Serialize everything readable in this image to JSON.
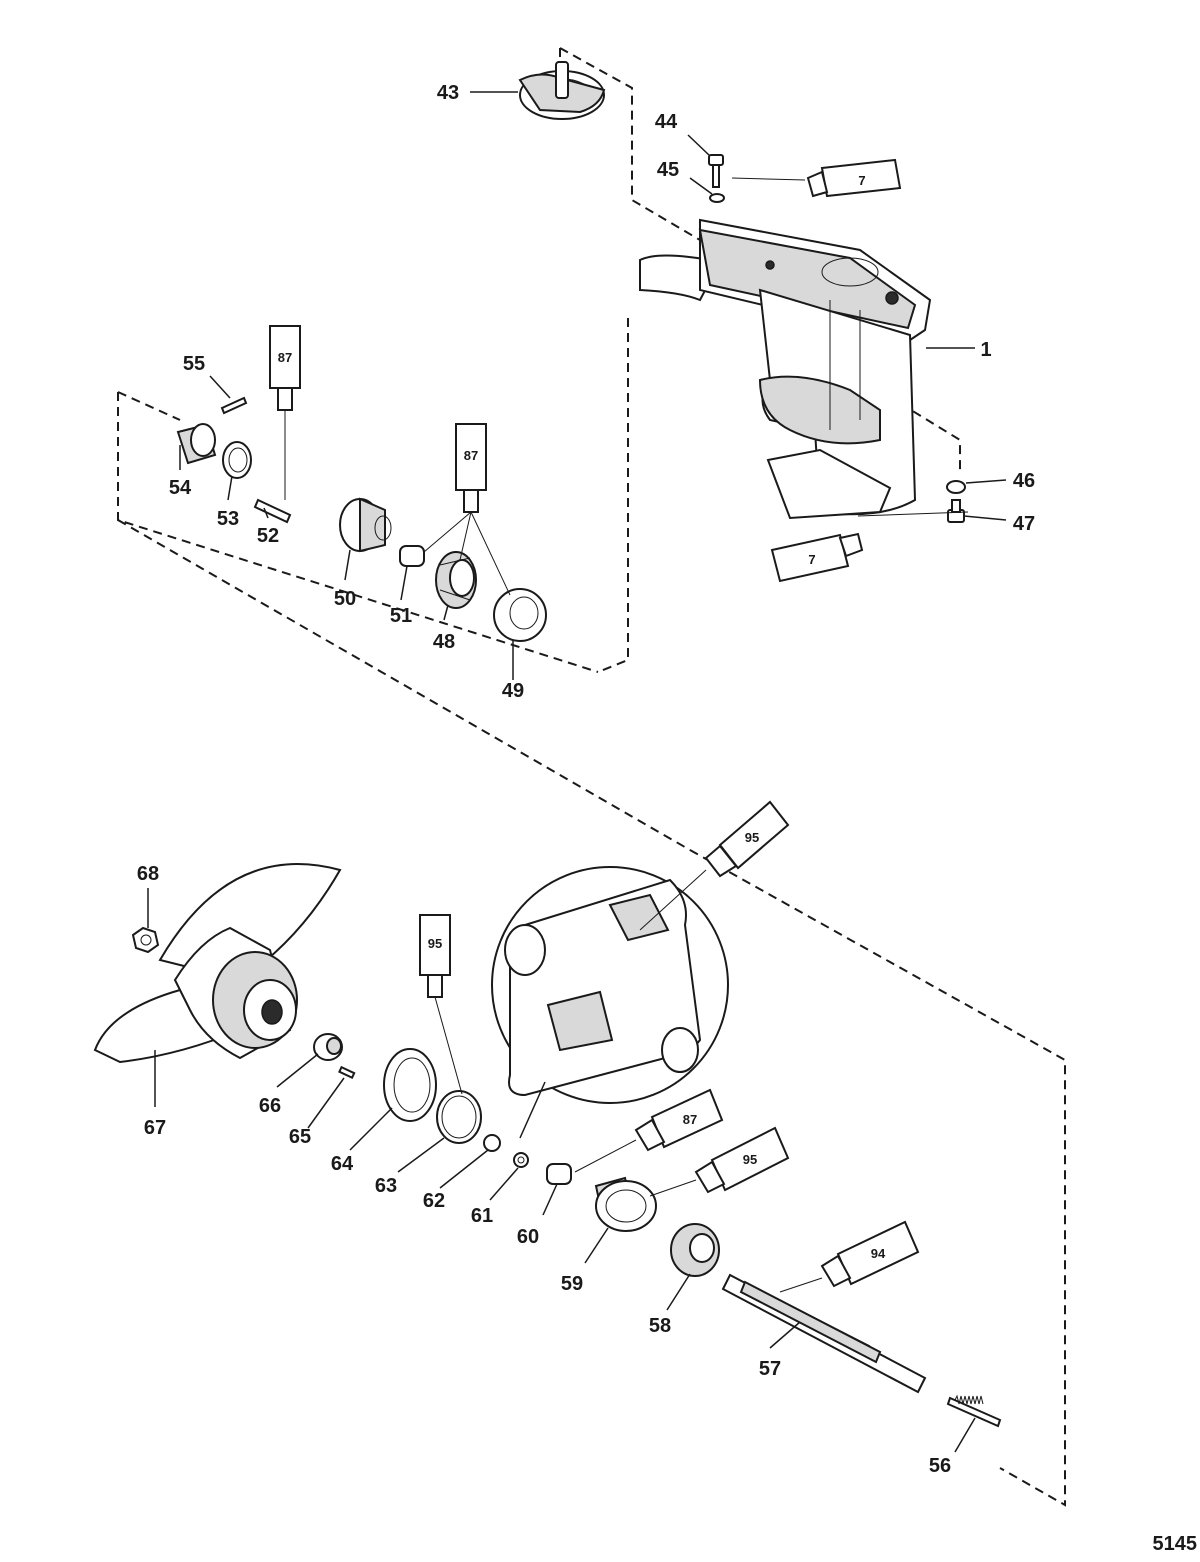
{
  "diagram": {
    "drawing_number": "5145",
    "callouts": [
      "1",
      "43",
      "44",
      "45",
      "46",
      "47",
      "48",
      "49",
      "50",
      "51",
      "52",
      "53",
      "54",
      "55",
      "56",
      "57",
      "58",
      "59",
      "60",
      "61",
      "62",
      "63",
      "64",
      "65",
      "66",
      "67",
      "68"
    ],
    "lubricant_tubes": [
      "7",
      "7",
      "87",
      "87",
      "87",
      "95",
      "95",
      "95",
      "94"
    ]
  }
}
